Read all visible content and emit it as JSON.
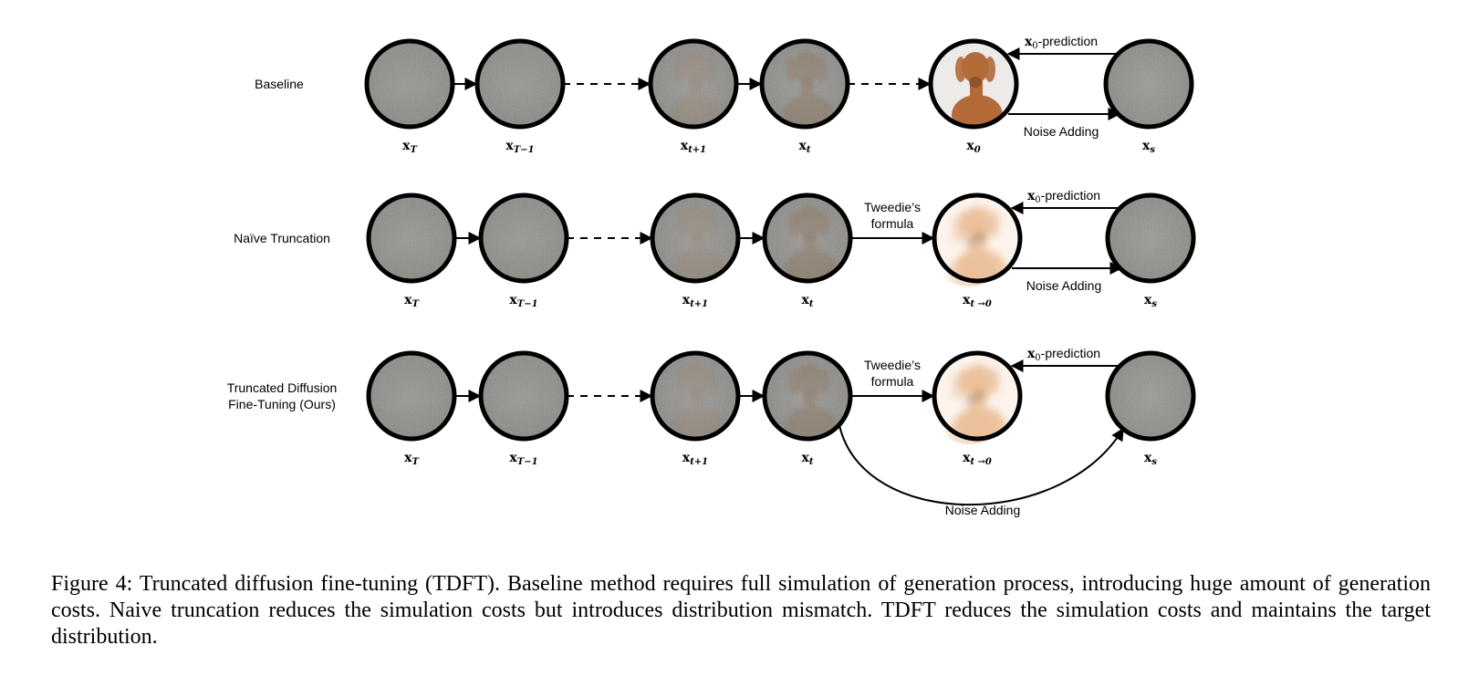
{
  "rows": [
    {
      "label_lines": [
        "Baseline"
      ],
      "nodes": [
        "x",
        "x",
        "x",
        "x",
        "x",
        "x"
      ],
      "subs": [
        "T",
        "T−1",
        "t+1",
        "t",
        "0",
        "s"
      ],
      "pred_label_main": "x",
      "pred_label_sub": "0",
      "pred_label_rest": "-prediction",
      "noise_label": "Noise Adding"
    },
    {
      "label_lines": [
        "Naïve Truncation"
      ],
      "nodes": [
        "x",
        "x",
        "x",
        "x",
        "x",
        "x"
      ],
      "subs": [
        "T",
        "T−1",
        "t+1",
        "t",
        "t →0",
        "s"
      ],
      "tweedie_lines": [
        "Tweedie’s",
        "formula"
      ],
      "pred_label_main": "x",
      "pred_label_sub": "0",
      "pred_label_rest": "-prediction",
      "noise_label": "Noise Adding"
    },
    {
      "label_lines": [
        "Truncated Diffusion",
        "Fine-Tuning (Ours)"
      ],
      "nodes": [
        "x",
        "x",
        "x",
        "x",
        "x",
        "x"
      ],
      "subs": [
        "T",
        "T−1",
        "t+1",
        "t",
        "t →0",
        "s"
      ],
      "tweedie_lines": [
        "Tweedie’s",
        "formula"
      ],
      "pred_label_main": "x",
      "pred_label_sub": "0",
      "pred_label_rest": "-prediction",
      "noise_label": "Noise Adding"
    }
  ],
  "caption": "Figure 4: Truncated diffusion fine-tuning (TDFT). Baseline method requires full simulation of generation process, introducing huge amount of generation costs. Naive truncation reduces the simulation costs but introduces distribution mismatch. TDFT reduces the simulation costs and maintains the target distribution.",
  "colors": {
    "stroke": "#000000",
    "noise": "#8a8a88",
    "dog": "#b36b3a",
    "dog_blur": "#e9b98f"
  }
}
